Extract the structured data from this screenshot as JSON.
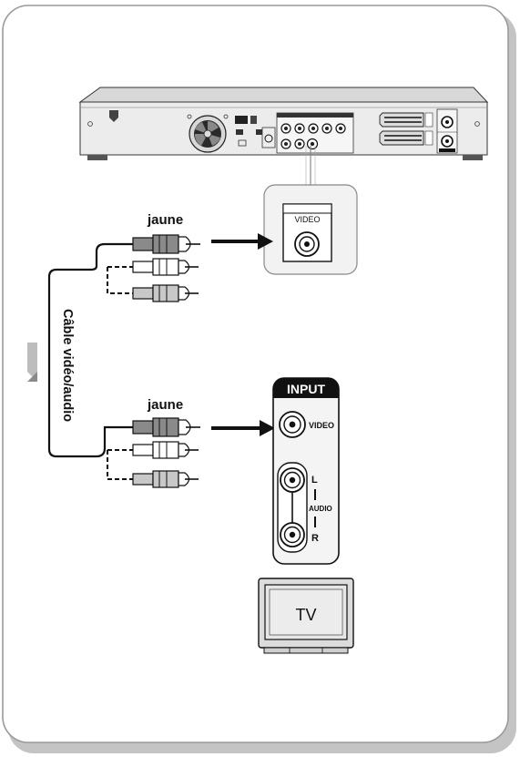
{
  "labels": {
    "jaune_top": "jaune",
    "jaune_bottom": "jaune",
    "cable": "Câble vidéo/audio",
    "video_box": "VIDEO",
    "input_header": "INPUT",
    "tv_video": "VIDEO",
    "tv_l": "L",
    "tv_audio": "AUDIO",
    "tv_r": "R",
    "tv_screen": "TV"
  },
  "colors": {
    "frame_border": "#9a9a9a",
    "frame_shadow": "#c4c4c4",
    "plug_yellow": "#8a8a8a",
    "plug_white": "#ffffff",
    "plug_red": "#c8c8c8",
    "device_panel": "#ececec",
    "dark": "#111111"
  },
  "icons": {
    "direction": "arrow-down-icon",
    "connection": "arrow-right-icon"
  }
}
